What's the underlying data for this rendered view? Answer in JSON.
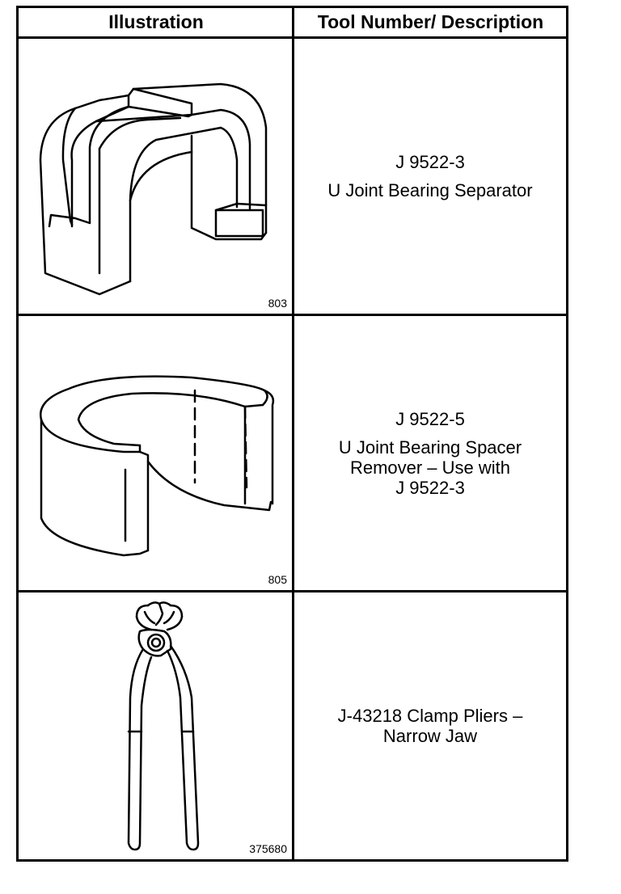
{
  "header": {
    "illustration": "Illustration",
    "description": "Tool Number/ Description"
  },
  "rows": [
    {
      "figure_number": "803",
      "tool_number": "J 9522-3",
      "description_lines": [
        "U Joint Bearing Separator"
      ],
      "icon": "u-joint-bearing-separator-illustration"
    },
    {
      "figure_number": "805",
      "tool_number": "J 9522-5",
      "description_lines": [
        "U Joint Bearing Spacer",
        "Remover – Use with",
        "J 9522-3"
      ],
      "icon": "u-joint-bearing-spacer-remover-illustration"
    },
    {
      "figure_number": "375680",
      "description_lines": [
        "J-43218 Clamp Pliers –",
        "Narrow Jaw"
      ],
      "icon": "clamp-pliers-illustration"
    }
  ]
}
